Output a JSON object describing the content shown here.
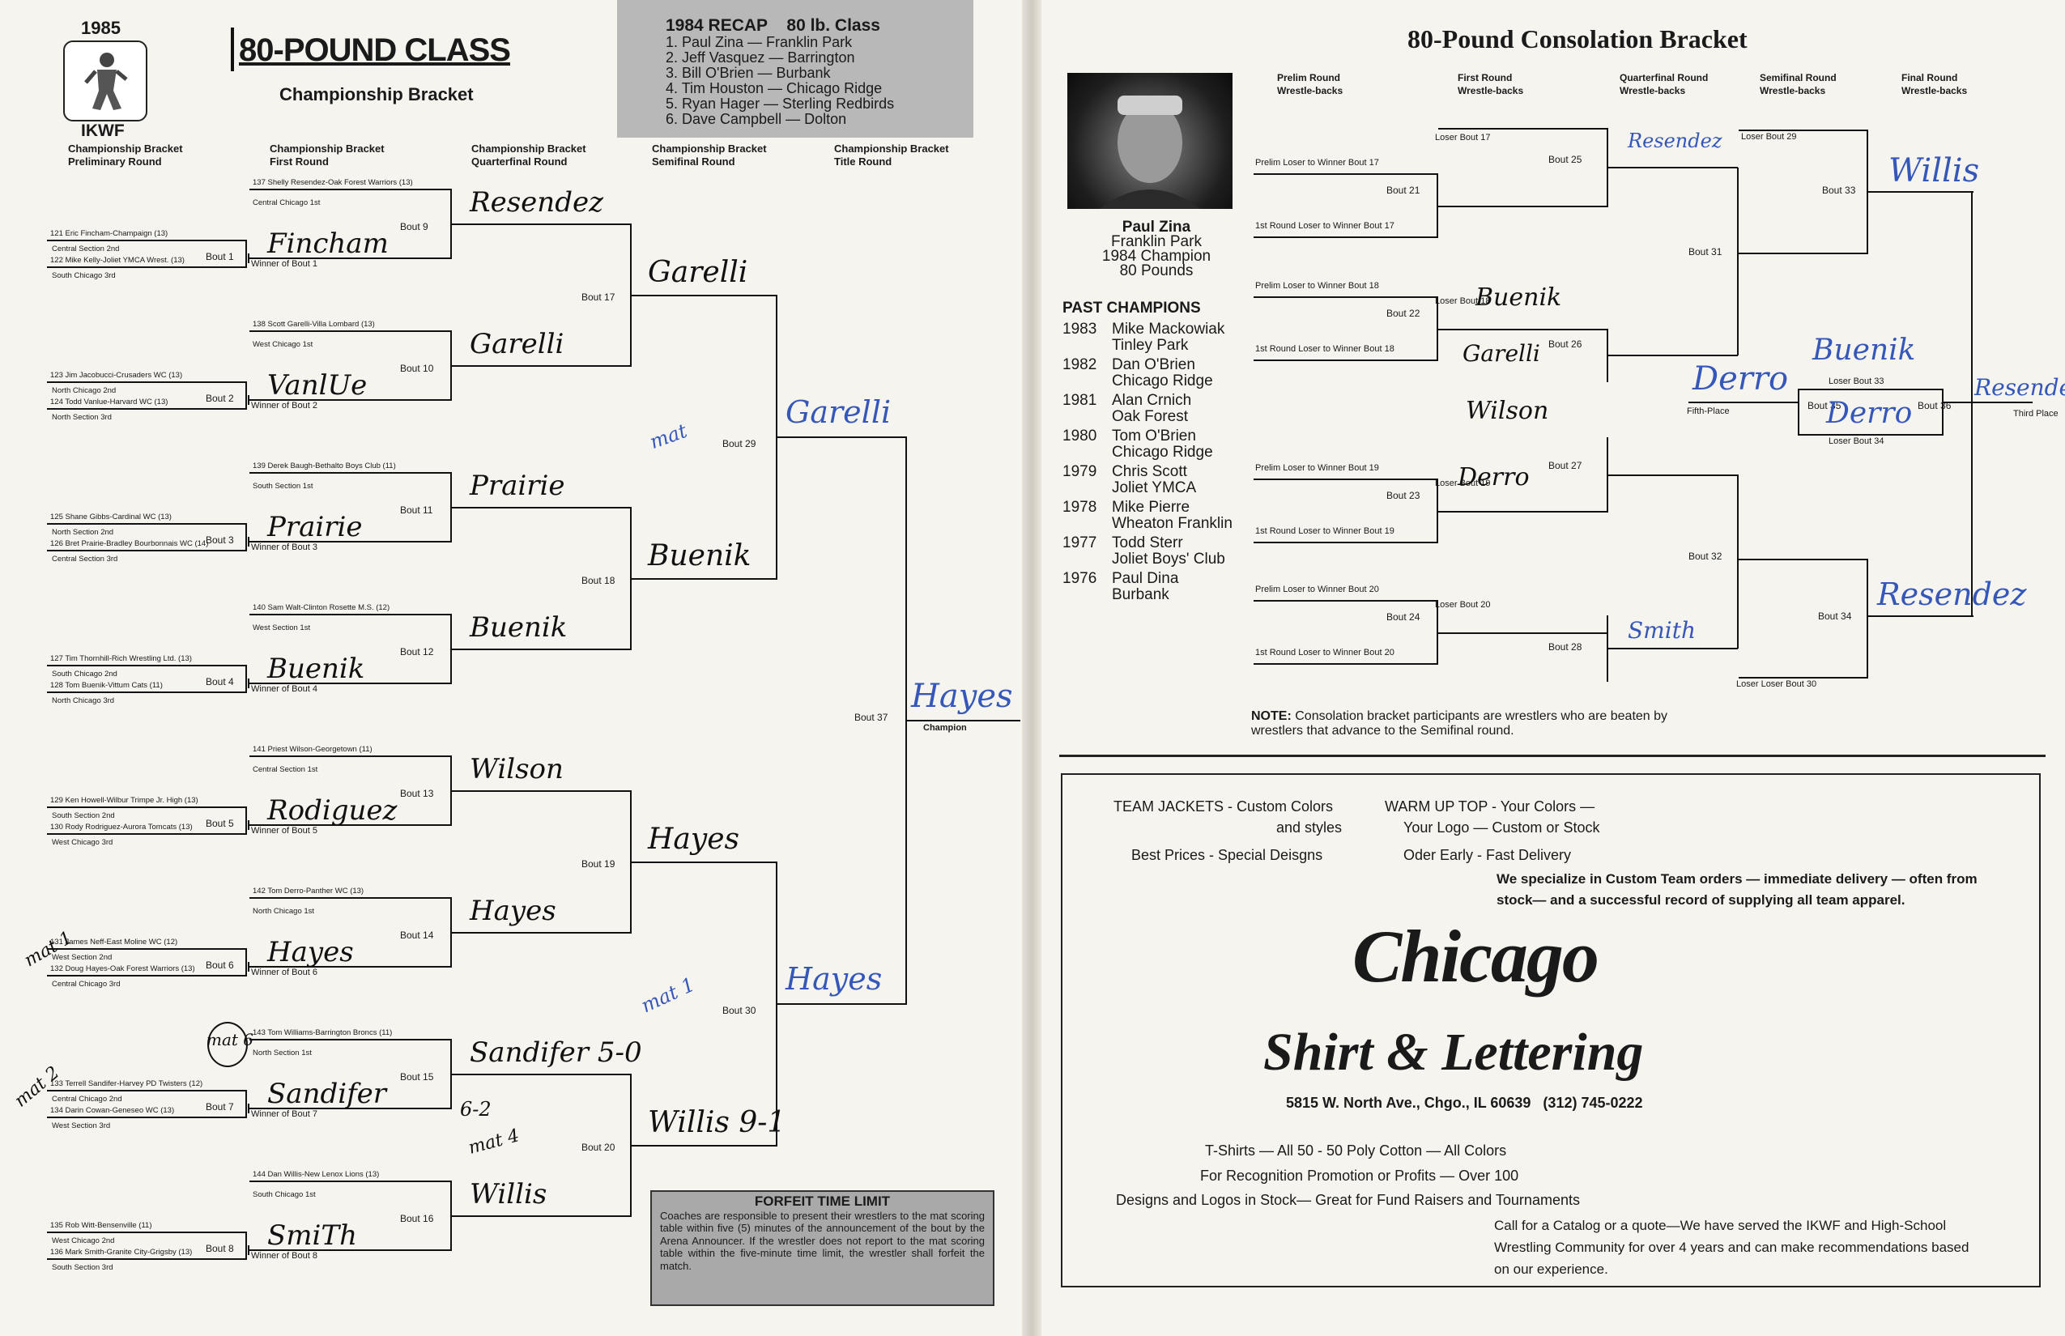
{
  "left": {
    "year": "1985",
    "org": "IKWF",
    "title": "80-POUND CLASS",
    "subtitle": "Championship Bracket",
    "round_headers": [
      {
        "line1": "Championship Bracket",
        "line2": "Preliminary Round"
      },
      {
        "line1": "Championship Bracket",
        "line2": "First Round"
      },
      {
        "line1": "Championship Bracket",
        "line2": "Quarterfinal Round"
      },
      {
        "line1": "Championship Bracket",
        "line2": "Semifinal Round"
      },
      {
        "line1": "Championship Bracket",
        "line2": "Title Round"
      }
    ],
    "recap": {
      "title": "1984 RECAP",
      "class": "80 lb. Class",
      "lines": [
        "1. Paul Zina — Franklin Park",
        "2. Jeff Vasquez — Barrington",
        "3. Bill O'Brien — Burbank",
        "4. Tim Houston — Chicago Ridge",
        "5. Ryan Hager — Sterling Redbirds",
        "6. Dave Campbell — Dolton"
      ]
    },
    "prelim": [
      {
        "a": "121 Eric Fincham-Champaign (13)",
        "a_sec": "Central Section 2nd",
        "b": "122 Mike Kelly-Joliet YMCA Wrest. (13)",
        "b_sec": "South Chicago 3rd",
        "bout": "Bout 1",
        "winner": "Winner of Bout 1",
        "hw": "Fincham"
      },
      {
        "a": "123 Jim Jacobucci-Crusaders WC (13)",
        "a_sec": "North Chicago 2nd",
        "b": "124 Todd Vanlue-Harvard WC (13)",
        "b_sec": "North Section 3rd",
        "bout": "Bout 2",
        "winner": "Winner of Bout 2",
        "hw": "VanlUe"
      },
      {
        "a": "125 Shane Gibbs-Cardinal WC (13)",
        "a_sec": "North Section 2nd",
        "b": "126 Bret Prairie-Bradley Bourbonnais WC (14)",
        "b_sec": "Central Section 3rd",
        "bout": "Bout 3",
        "winner": "Winner of Bout 3",
        "hw": "Prairie"
      },
      {
        "a": "127 Tim Thornhill-Rich Wrestling Ltd. (13)",
        "a_sec": "South Chicago 2nd",
        "b": "128 Tom Buenik-Vittum Cats (11)",
        "b_sec": "North Chicago 3rd",
        "bout": "Bout 4",
        "winner": "Winner of Bout 4",
        "hw": "Buenik"
      },
      {
        "a": "129 Ken Howell-Wilbur Trimpe Jr. High (13)",
        "a_sec": "South Section 2nd",
        "b": "130 Rody Rodriguez-Aurora Tomcats (13)",
        "b_sec": "West Chicago 3rd",
        "bout": "Bout 5",
        "winner": "Winner of Bout 5",
        "hw": "Rodiguez"
      },
      {
        "a": "131 James Neff-East Moline WC (12)",
        "a_sec": "West Section 2nd",
        "b": "132 Doug Hayes-Oak Forest Warriors (13)",
        "b_sec": "Central Chicago 3rd",
        "bout": "Bout 6",
        "winner": "Winner of Bout 6",
        "hw": "Hayes"
      },
      {
        "a": "133 Terrell Sandifer-Harvey PD Twisters (12)",
        "a_sec": "Central Chicago 2nd",
        "b": "134 Darin Cowan-Geneseo WC (13)",
        "b_sec": "West Section 3rd",
        "bout": "Bout 7",
        "winner": "Winner of Bout 7",
        "hw": "Sandifer"
      },
      {
        "a": "135 Rob Witt-Bensenville (11)",
        "a_sec": "West Chicago 2nd",
        "b": "136 Mark Smith-Granite City-Grigsby (13)",
        "b_sec": "South Section 3rd",
        "bout": "Bout 8",
        "winner": "Winner of Bout 8",
        "hw": "SmiTh"
      }
    ],
    "first_round": [
      {
        "name": "137 Shelly Resendez-Oak Forest Warriors (13)",
        "sec": "Central Chicago 1st",
        "bout": "Bout 9",
        "hw": "Resendez"
      },
      {
        "name": "138 Scott Garelli-Villa Lombard (13)",
        "sec": "West Chicago 1st",
        "bout": "Bout 10",
        "hw": "Garelli"
      },
      {
        "name": "139 Derek Baugh-Bethalto Boys Club (11)",
        "sec": "South Section 1st",
        "bout": "Bout 11",
        "hw": "Prairie"
      },
      {
        "name": "140 Sam Walt-Clinton Rosette M.S. (12)",
        "sec": "West Section 1st",
        "bout": "Bout 12",
        "hw": "Buenik"
      },
      {
        "name": "141 Priest Wilson-Georgetown (11)",
        "sec": "Central Section 1st",
        "bout": "Bout 13",
        "hw": "Wilson"
      },
      {
        "name": "142 Tom Derro-Panther WC (13)",
        "sec": "North Chicago 1st",
        "bout": "Bout 14",
        "hw": "Hayes"
      },
      {
        "name": "143 Tom Williams-Barrington Broncs (11)",
        "sec": "North Section 1st",
        "bout": "Bout 15",
        "hw": "Sandifer 5-0"
      },
      {
        "name": "144 Dan Willis-New Lenox Lions (13)",
        "sec": "South Chicago 1st",
        "bout": "Bout 16",
        "hw": "Willis"
      }
    ],
    "quarter": [
      {
        "bout": "Bout 17",
        "hw": "Garelli"
      },
      {
        "bout": "Bout 18",
        "hw": "Buenik"
      },
      {
        "bout": "Bout 19",
        "hw": "Hayes"
      },
      {
        "bout": "Bout 20",
        "hw": "Willis 9-1"
      }
    ],
    "semi": [
      {
        "bout": "Bout 29",
        "hw": "Garelli"
      },
      {
        "bout": "Bout 30",
        "hw": "Hayes"
      }
    ],
    "final": {
      "bout": "Bout 37",
      "hw": "Hayes",
      "label": "Champion"
    },
    "margin_notes": {
      "m1": "mat 1",
      "m2": "mat 6",
      "m3": "mat 2",
      "m4": "mat",
      "m5": "mat 1",
      "m6": "mat 4",
      "m7": "6-2"
    },
    "forfeit": {
      "title": "FORFEIT TIME LIMIT",
      "text": "Coaches are responsible to present their wrestlers to the mat scoring table within five (5) minutes of the announcement of the bout by the Arena Announcer. If the wrestler does not report to the mat scoring table within the five-minute time limit, the wrestler shall forfeit the match."
    }
  },
  "right": {
    "title": "80-Pound Consolation Bracket",
    "col_headers": [
      {
        "l1": "Prelim Round",
        "l2": "Wrestle-backs"
      },
      {
        "l1": "First Round",
        "l2": "Wrestle-backs"
      },
      {
        "l1": "Quarterfinal Round",
        "l2": "Wrestle-backs"
      },
      {
        "l1": "Semifinal Round",
        "l2": "Wrestle-backs"
      },
      {
        "l1": "Final Round",
        "l2": "Wrestle-backs"
      }
    ],
    "champ_name": "Paul Zina",
    "champ_club": "Franklin Park",
    "champ_line": "1984 Champion",
    "champ_weight": "80 Pounds",
    "past_title": "PAST CHAMPIONS",
    "past": [
      {
        "year": "1983",
        "name": "Mike Mackowiak",
        "club": "Tinley Park"
      },
      {
        "year": "1982",
        "name": "Dan O'Brien",
        "club": "Chicago Ridge"
      },
      {
        "year": "1981",
        "name": "Alan Crnich",
        "club": "Oak Forest"
      },
      {
        "year": "1980",
        "name": "Tom O'Brien",
        "club": "Chicago Ridge"
      },
      {
        "year": "1979",
        "name": "Chris Scott",
        "club": "Joliet YMCA"
      },
      {
        "year": "1978",
        "name": "Mike Pierre",
        "club": "Wheaton Franklin"
      },
      {
        "year": "1977",
        "name": "Todd Sterr",
        "club": "Joliet Boys' Club"
      },
      {
        "year": "1976",
        "name": "Paul Dina",
        "club": "Burbank"
      }
    ],
    "cons": {
      "pl17": "Prelim Loser to Winner Bout 17",
      "fl17": "1st Round Loser to Winner Bout 17",
      "b21": "Bout 21",
      "lb17": "Loser Bout 17",
      "b25": "Bout 25",
      "pl18": "Prelim Loser to Winner Bout 18",
      "fl18": "1st Round Loser to Winner Bout 18",
      "b22": "Bout 22",
      "lb18": "Loser Bout 18",
      "b26": "Bout 26",
      "pl19": "Prelim Loser to Winner Bout 19",
      "fl19": "1st Round Loser to Winner Bout 19",
      "b23": "Bout 23",
      "lb19": "Loser Bout 19",
      "b27": "Bout 27",
      "pl20": "Prelim Loser to Winner Bout 20",
      "fl20": "1st Round Loser to Winner Bout 20",
      "b24": "Bout 24",
      "lb20": "Loser Bout 20",
      "b28": "Bout 28",
      "b31": "Bout 31",
      "b32": "Bout 32",
      "lb29": "Loser Bout 29",
      "b33": "Bout 33",
      "lb30": "Loser Loser Bout 30",
      "b34": "Bout 34",
      "lb33": "Loser Bout 33",
      "lb34": "Loser Bout 34",
      "b35": "Bout 35",
      "b36": "Bout 36",
      "fifth": "Fifth-Place",
      "third": "Third Place"
    },
    "cons_hw": {
      "h1": "Resendez",
      "h2": "Buenik",
      "h3": "Garelli",
      "h4": "Wilson",
      "h5": "Derro",
      "h6": "Smith",
      "h7": "Willis",
      "h8": "Derro",
      "h9": "Buenik",
      "h10": "Derro",
      "h11": "Resendez",
      "h12": "Resendez"
    },
    "note_label": "NOTE:",
    "note_text": "Consolation bracket participants are wrestlers who are beaten by wrestlers that advance to the Semifinal round.",
    "ad": {
      "left1": "TEAM JACKETS - Custom Colors",
      "left2": "and styles",
      "left3": "Best Prices - Special Deisgns",
      "right1": "WARM UP TOP - Your Colors —",
      "right2": "Your Logo — Custom or Stock",
      "right3": "Oder Early - Fast Delivery",
      "spec": "We specialize in Custom Team orders — immediate delivery — often from stock— and a successful record of supplying all team apparel.",
      "logo1": "Chicago",
      "logo2": "Shirt & Lettering",
      "address": "5815 W. North Ave., Chgo., IL 60639   (312) 745-0222",
      "t1": "T-Shirts — All 50 - 50 Poly Cotton — All Colors",
      "t2": "For Recognition Promotion or Profits — Over 100",
      "t3": "Designs and Logos in Stock— Great for Fund Raisers and Tournaments",
      "call": "Call for a Catalog or a quote—We have served the IKWF and High-School Wrestling Community for over 4 years and can make recommendations based on our experience."
    }
  }
}
